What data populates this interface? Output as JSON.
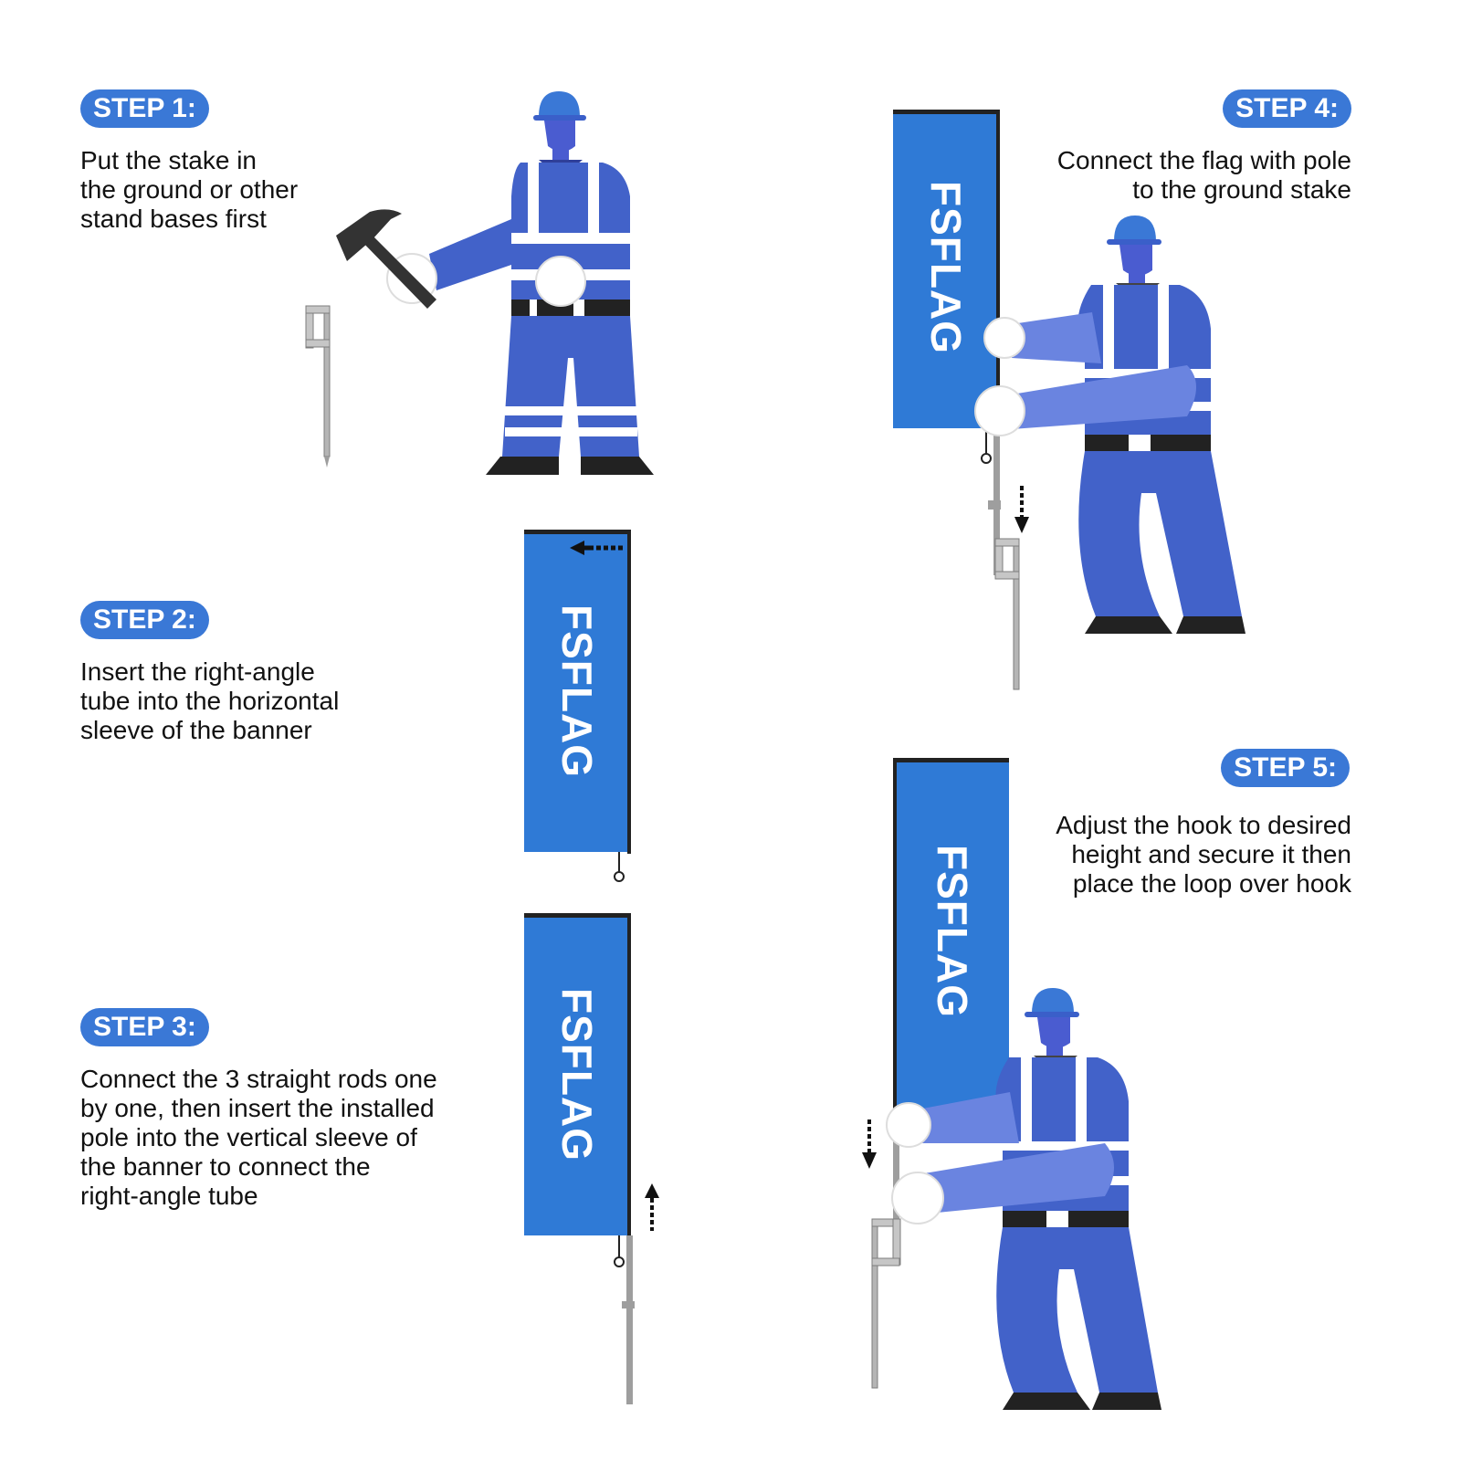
{
  "steps": [
    {
      "label": "STEP 1:",
      "text": "Put the stake in\nthe ground or other\nstand bases first"
    },
    {
      "label": "STEP 2:",
      "text": "Insert the right-angle\ntube into the horizontal\nsleeve of the banner"
    },
    {
      "label": "STEP 3:",
      "text": "Connect the 3 straight rods one\nby one, then insert the installed\npole into the vertical sleeve of\nthe banner to connect the\nright-angle tube"
    },
    {
      "label": "STEP 4:",
      "text": "Connect the flag with pole\nto the ground stake"
    },
    {
      "label": "STEP 5:",
      "text": "Adjust the hook to desired\nheight and secure it then\nplace the loop over hook"
    }
  ],
  "flag": {
    "brand": "FSFLAG"
  },
  "colors": {
    "badge": "#3a78d6",
    "flag": "#2f7ad6",
    "worker": "#4262c9",
    "worker_light": "#6a84e0",
    "reflective": "#ffffff",
    "boots": "#2a2a2a",
    "pole": "#9e9e9e"
  },
  "icons": [
    "hammer-icon",
    "ground-stake-icon",
    "worker-icon",
    "flag-banner-icon",
    "arrow-icon"
  ]
}
